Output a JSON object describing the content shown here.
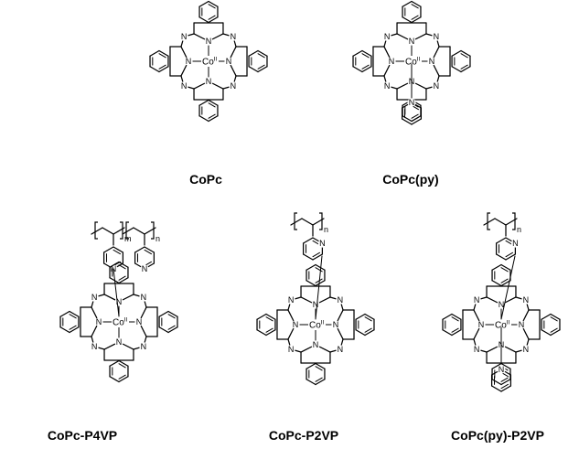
{
  "atoms": {
    "nitrogen": "N",
    "cobalt": "Co",
    "oxidation_state": "II"
  },
  "polymer_subscripts": {
    "m": "m",
    "n": "n"
  },
  "molecules": [
    {
      "label": "CoPc",
      "axial_pyridine": false,
      "polymer": "none"
    },
    {
      "label": "CoPc(py)",
      "axial_pyridine": true,
      "polymer": "none"
    },
    {
      "label": "CoPc-P4VP",
      "axial_pyridine": false,
      "polymer": "P4VP"
    },
    {
      "label": "CoPc-P2VP",
      "axial_pyridine": false,
      "polymer": "P2VP"
    },
    {
      "label": "CoPc(py)-P2VP",
      "axial_pyridine": true,
      "polymer": "P2VP"
    }
  ]
}
